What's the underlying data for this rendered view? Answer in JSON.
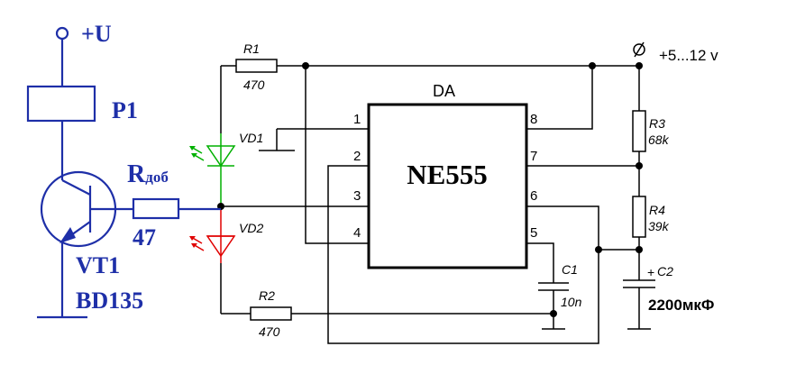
{
  "chip": {
    "ref": "DA",
    "part": "NE555",
    "pins": [
      "1",
      "2",
      "3",
      "4",
      "5",
      "6",
      "7",
      "8"
    ]
  },
  "supply": {
    "label": "+5...12 v",
    "symbol": "∅"
  },
  "relay_supply": "+U",
  "resistors": {
    "r1": {
      "ref": "R1",
      "value": "470"
    },
    "r2": {
      "ref": "R2",
      "value": "470"
    },
    "r3": {
      "ref": "R3",
      "value": "68k"
    },
    "r4": {
      "ref": "R4",
      "value": "39k"
    },
    "radd": {
      "ref": "R",
      "ref_sub": "доб",
      "value": "47"
    }
  },
  "capacitors": {
    "c1": {
      "ref": "C1",
      "value": "10n"
    },
    "c2": {
      "ref": "C2",
      "value": "2200мкФ",
      "polarity": "+"
    }
  },
  "leds": {
    "vd1": {
      "ref": "VD1",
      "color": "#00b000"
    },
    "vd2": {
      "ref": "VD2",
      "color": "#e00000"
    }
  },
  "relay": {
    "ref": "P1"
  },
  "transistor": {
    "ref": "VT1",
    "part": "BD135"
  },
  "colors": {
    "wire": "#000000",
    "blue": "#1e2fa8"
  }
}
